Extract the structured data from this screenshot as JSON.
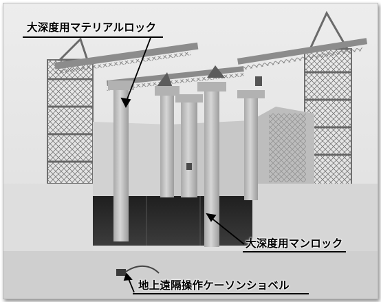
{
  "labels": {
    "material_lock": "大深度用マテリアルロック",
    "man_lock": "大深度用マンロック",
    "caisson_shovel": "地上遠隔操作ケーソンショベル"
  },
  "colors": {
    "frame_shadow": "#7a7a7a",
    "concrete_light": "#e4e4e4",
    "concrete_mid": "#cfcfcf",
    "concrete_dark": "#a9a9a9",
    "caisson_chamber": "#2c2c2c",
    "crane_steel": "#8e8e8e",
    "label_text": "#000000"
  }
}
